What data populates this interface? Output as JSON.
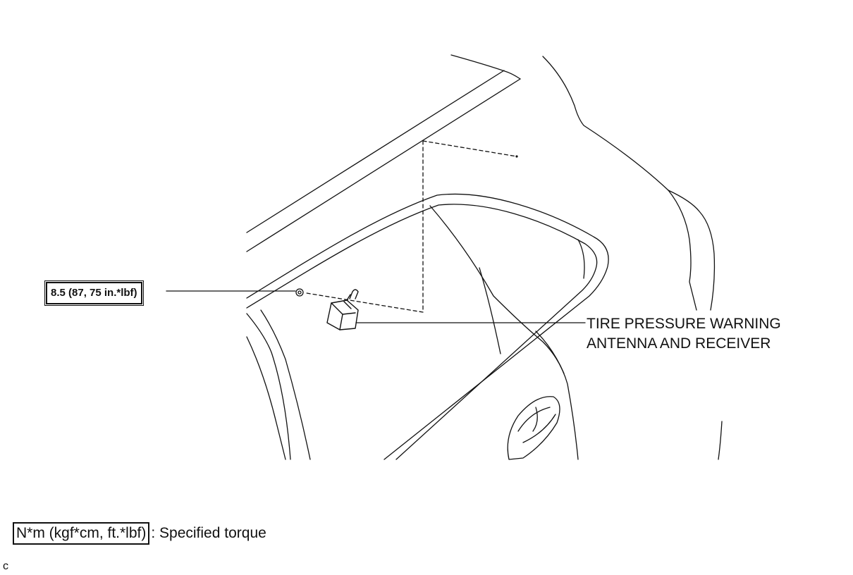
{
  "torque_label": "8.5 (87, 75 in.*lbf)",
  "part_label": {
    "line1": "TIRE PRESSURE WARNING",
    "line2": "ANTENNA AND RECEIVER"
  },
  "legend": {
    "unit_box": "N*m (kgf*cm, ft.*lbf)",
    "description": ": Specified torque"
  },
  "figure_code": "c",
  "colors": {
    "line": "#111111",
    "background": "#ffffff"
  }
}
